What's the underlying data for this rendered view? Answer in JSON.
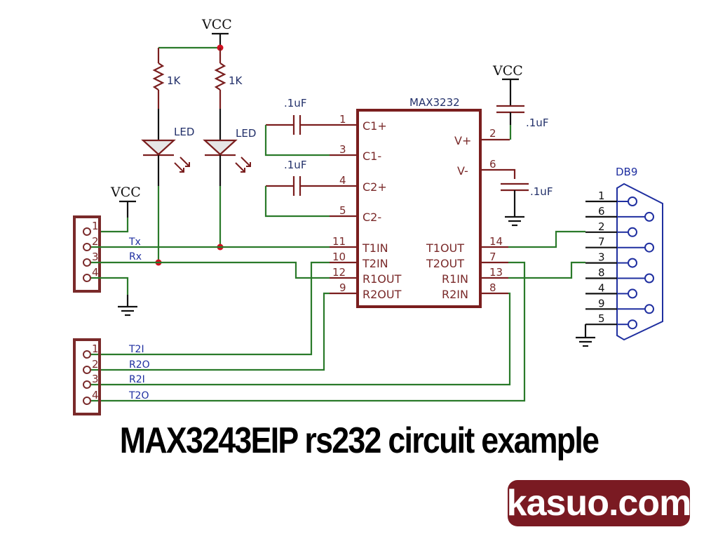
{
  "title": "MAX3243EIP rs232 circuit example",
  "logo": "kasuo.com",
  "colors": {
    "wire_green": "#2a7a2a",
    "part_red": "#7a1e1e",
    "connector_blue": "#1f2fa0",
    "junction": "#d01020",
    "logo_bg": "#7a1a22"
  },
  "power": {
    "vcc_top": "VCC",
    "vcc_cap": "VCC",
    "vcc_header": "VCC"
  },
  "resistors": [
    {
      "value": "1K"
    },
    {
      "value": "1K"
    }
  ],
  "leds": [
    {
      "label": "LED"
    },
    {
      "label": "LED"
    }
  ],
  "capacitors": {
    "c1": ".1uF",
    "c2": ".1uF",
    "c_vplus": ".1uF",
    "c_vminus": ".1uF"
  },
  "ic": {
    "name": "MAX3232",
    "left_pins": [
      {
        "num": "1",
        "name": "C1+"
      },
      {
        "num": "3",
        "name": "C1-"
      },
      {
        "num": "4",
        "name": "C2+"
      },
      {
        "num": "5",
        "name": "C2-"
      },
      {
        "num": "11",
        "name": "T1IN"
      },
      {
        "num": "10",
        "name": "T2IN"
      },
      {
        "num": "12",
        "name": "R1OUT"
      },
      {
        "num": "9",
        "name": "R2OUT"
      }
    ],
    "right_pins": [
      {
        "num": "2",
        "name": "V+"
      },
      {
        "num": "6",
        "name": "V-"
      },
      {
        "num": "14",
        "name": "T1OUT"
      },
      {
        "num": "7",
        "name": "T2OUT"
      },
      {
        "num": "13",
        "name": "R1IN"
      },
      {
        "num": "8",
        "name": "R2IN"
      }
    ]
  },
  "header1": {
    "pins": [
      "1",
      "2",
      "3",
      "4"
    ],
    "nets": [
      "Tx",
      "Rx"
    ]
  },
  "header2": {
    "pins": [
      "1",
      "2",
      "3",
      "4"
    ],
    "nets": [
      "T2I",
      "R2O",
      "R2I",
      "T2O"
    ]
  },
  "db9": {
    "name": "DB9",
    "pins": [
      "1",
      "6",
      "2",
      "7",
      "3",
      "8",
      "4",
      "9",
      "5"
    ]
  }
}
